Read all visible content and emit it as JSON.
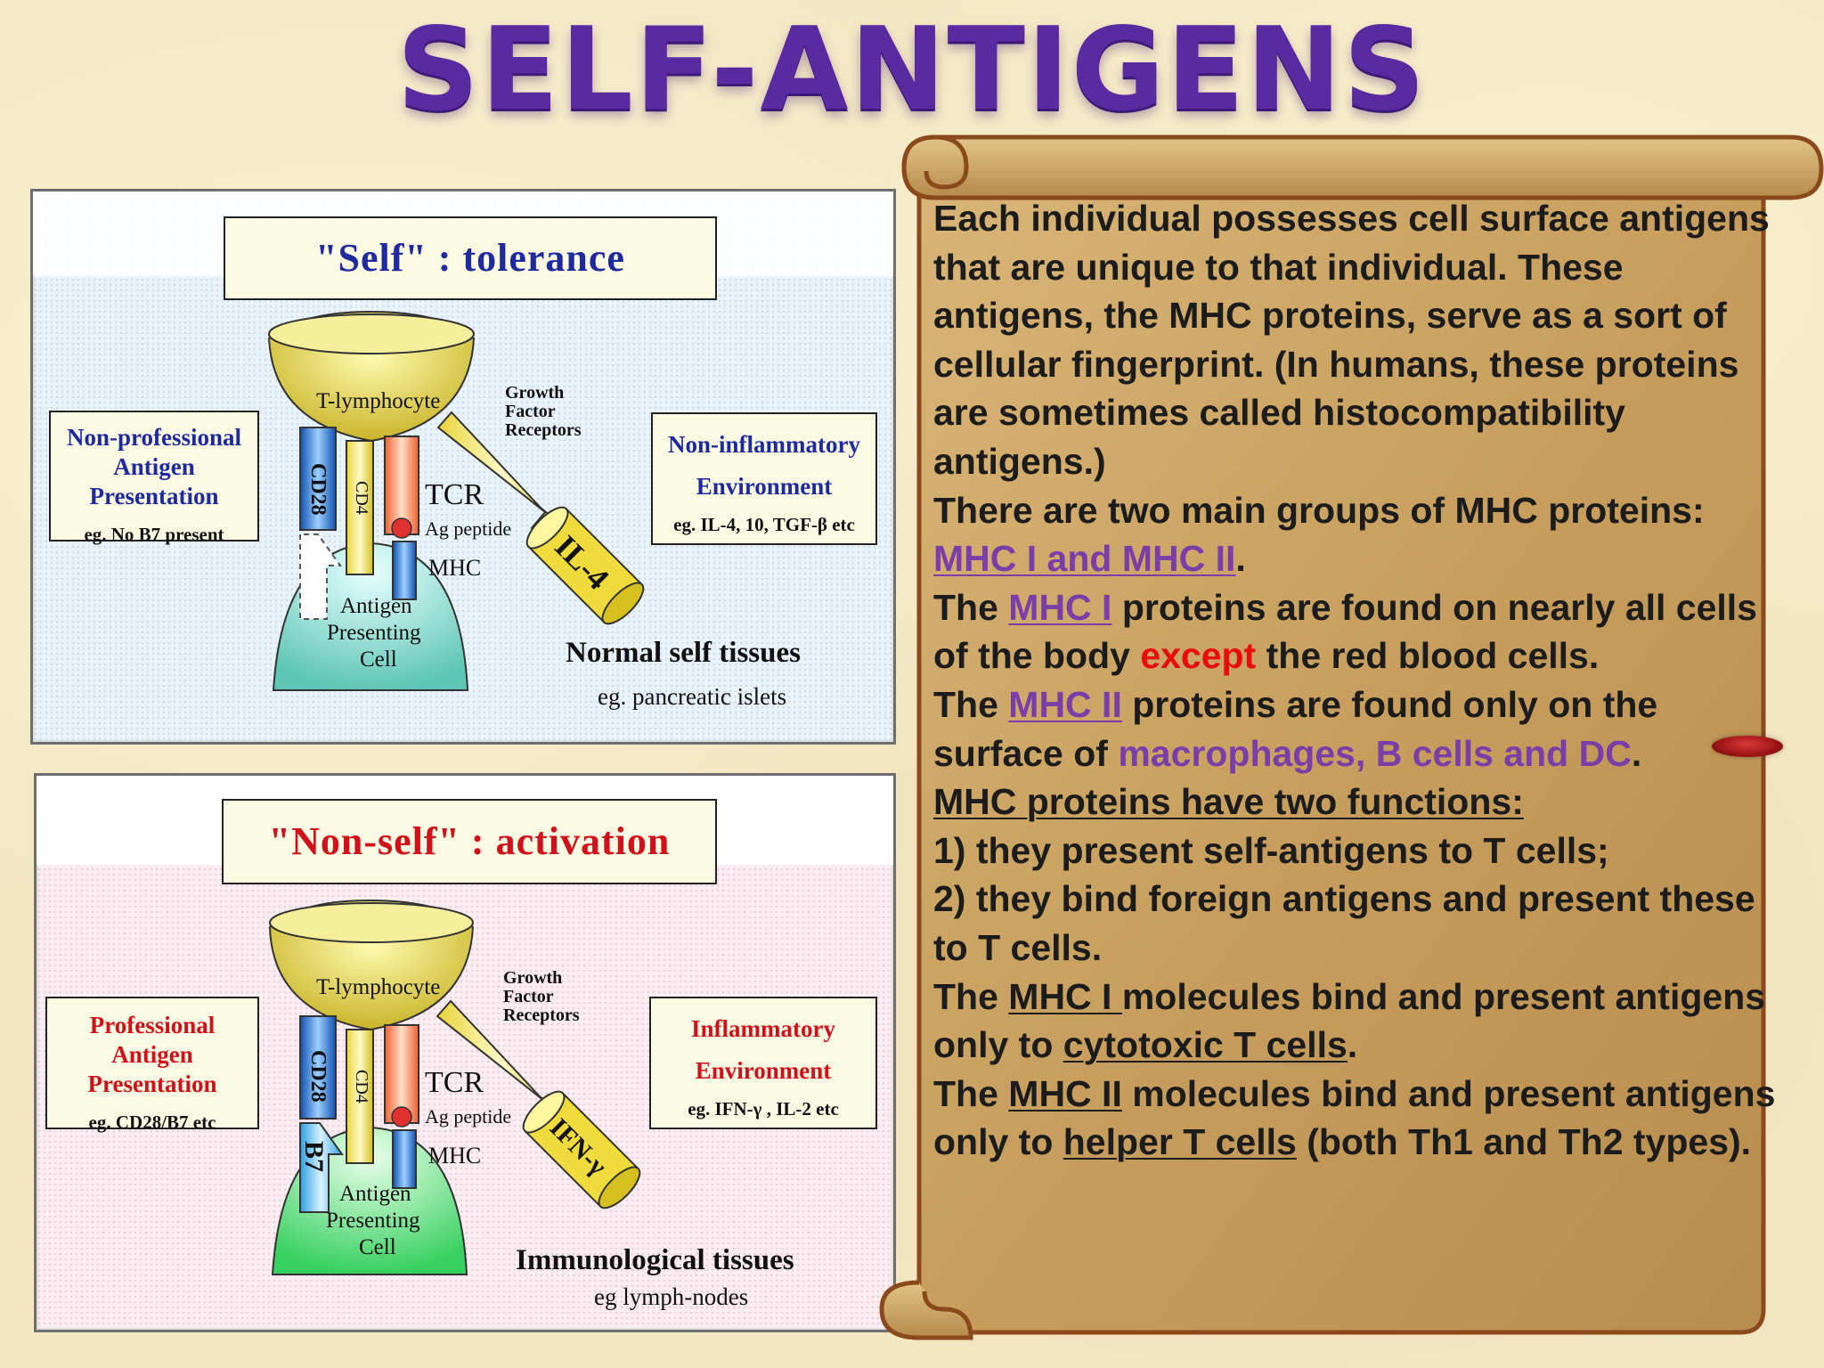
{
  "title": "SELF-ANTIGENS",
  "panel_self": {
    "heading": "\"Self\"  :  tolerance",
    "left_box": {
      "line1": "Non-professional",
      "line2": "Antigen",
      "line3": "Presentation",
      "sub": "eg. No B7 present"
    },
    "right_box": {
      "line1": "Non-inflammatory",
      "line2": "Environment",
      "sub": "eg. IL-4, 10, TGF-β etc"
    },
    "t_cell": "T-lymphocyte",
    "apc_line1": "Antigen",
    "apc_line2": "Presenting",
    "apc_line3": "Cell",
    "cd28": "CD28",
    "cd4": "CD4",
    "tcr": "TCR",
    "ag_peptide": "Ag peptide",
    "mhc": "MHC",
    "gf1": "Growth",
    "gf2": "Factor",
    "gf3": "Receptors",
    "cytokine": "IL-4",
    "tissue": "Normal self tissues",
    "tissue_eg": "eg. pancreatic islets"
  },
  "panel_nonself": {
    "heading": "\"Non-self\" : activation",
    "left_box": {
      "line1": "Professional",
      "line2": "Antigen",
      "line3": "Presentation",
      "sub": "eg. CD28/B7 etc"
    },
    "right_box": {
      "line1": "Inflammatory",
      "line2": "Environment",
      "sub": "eg. IFN-γ , IL-2 etc"
    },
    "t_cell": "T-lymphocyte",
    "apc_line1": "Antigen",
    "apc_line2": "Presenting",
    "apc_line3": "Cell",
    "cd28": "CD28",
    "b7": "B7",
    "cd4": "CD4",
    "tcr": "TCR",
    "ag_peptide": "Ag peptide",
    "mhc": "MHC",
    "gf1": "Growth",
    "gf2": "Factor",
    "gf3": "Receptors",
    "cytokine": "IFN-γ",
    "tissue": "Immunological tissues",
    "tissue_eg": "eg lymph-nodes"
  },
  "scroll": {
    "p1": "Each individual possesses cell surface antigens that are unique to that individual. These antigens, the MHC proteins, serve as a sort of cellular fingerprint. (In humans, these proteins are sometimes called histocompatibility antigens.)",
    "p2_a": "There are two main groups of MHC proteins: ",
    "p2_link": "MHC I and MHC II",
    "p2_b": ".",
    "p3_a": "The ",
    "p3_link": "MHC I",
    "p3_b": " proteins are found on nearly all cells of the body ",
    "p3_red": "except",
    "p3_c": " the red blood cells.",
    "p4_a": "The ",
    "p4_link": "MHC II",
    "p4_b": " proteins are found only on the surface of ",
    "p4_purple": "macrophages, B cells and DC",
    "p4_c": ".",
    "p5": "MHC proteins have two functions:",
    "p6": "1) they present self-antigens to T cells;",
    "p7": "2) they bind foreign antigens and present these to T cells.",
    "p8_a": "The ",
    "p8_u": "MHC I ",
    "p8_b": "molecules bind and present antigens only to ",
    "p8_u2": "cytotoxic T cells",
    "p8_c": ".",
    "p9_a": "The ",
    "p9_u": "MHC II",
    "p9_b": " molecules bind and present antigens only to ",
    "p9_u2": "helper T cells",
    "p9_c": " (both Th1 and Th2 types)."
  },
  "colors": {
    "title": "#5a2aa0",
    "scroll_fill": "#c9a263",
    "scroll_border": "#8a4a1c",
    "link": "#7a3ea8",
    "except": "#e80c0c",
    "self_label": "#1f2a9e",
    "nonself_label": "#d0101a"
  }
}
